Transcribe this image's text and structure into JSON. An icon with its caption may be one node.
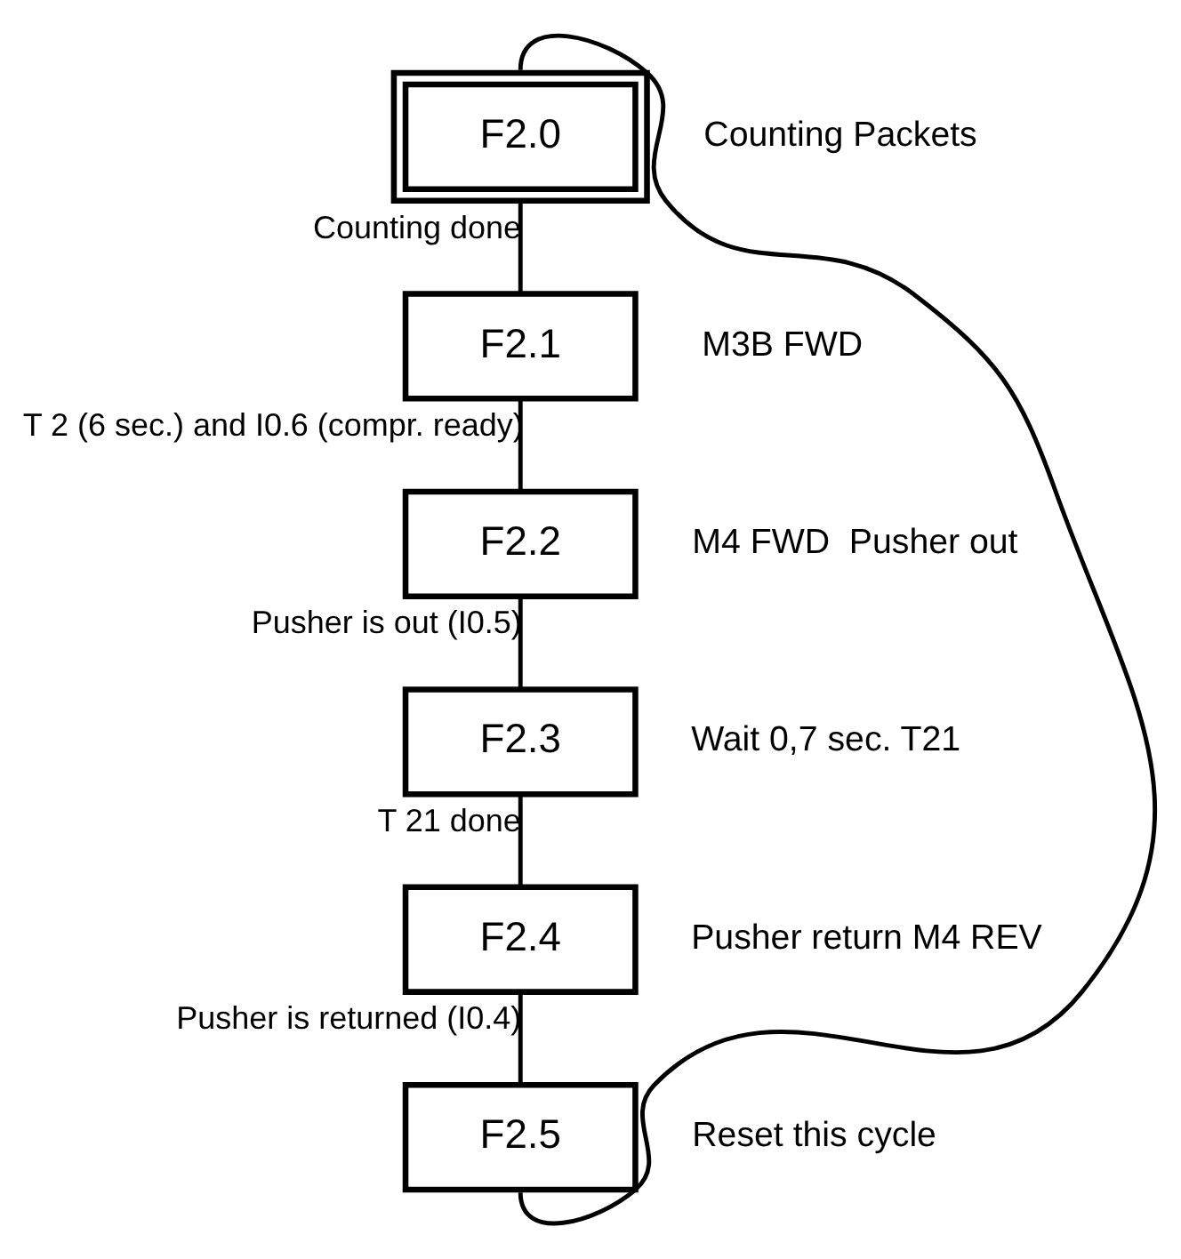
{
  "diagram": {
    "nodes": [
      {
        "text": [
          "F2.0"
        ],
        "beside": [
          "Counting Packets"
        ]
      },
      {
        "text": [
          "F2.1"
        ],
        "beside": [
          "M3B FWD"
        ]
      },
      {
        "text": [
          "F2.2"
        ],
        "beside": [
          "M4 FWD  Pusher out"
        ]
      },
      {
        "text": [
          "F2.3"
        ],
        "beside": [
          "Wait 0,7 sec. T21"
        ]
      },
      {
        "text": [
          "F2.4"
        ],
        "beside": [
          "Pusher return M4 REV"
        ]
      },
      {
        "text": [
          "F2.5"
        ],
        "beside": [
          "Reset this cycle"
        ]
      }
    ],
    "edges": [
      {
        "from": 0,
        "to": 1,
        "arrow": "none",
        "label": "Counting done"
      },
      {
        "from": 1,
        "to": 2,
        "arrow": "none",
        "label": "T 2 (6 sec.) and I0.6 (compr. ready)"
      },
      {
        "from": 2,
        "to": 3,
        "arrow": "none",
        "label": "Pusher is out (I0.5)"
      },
      {
        "from": 3,
        "to": 4,
        "arrow": "none",
        "label": "T 21 done"
      },
      {
        "from": 4,
        "to": 5,
        "arrow": "none",
        "label": "Pusher is returned (I0.4)"
      },
      {
        "from": 5,
        "to": 0,
        "arrow": "none"
      }
    ]
  }
}
